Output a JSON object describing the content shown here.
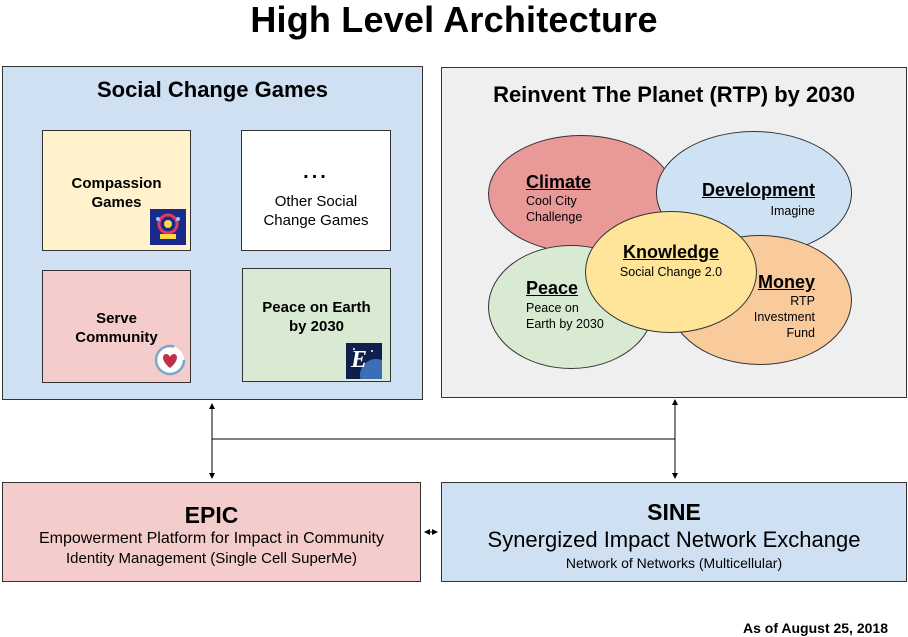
{
  "title": "High Level Architecture",
  "left_panel": {
    "title": "Social Change Games",
    "cards": {
      "compassion": {
        "line1": "Compassion",
        "line2": "Games"
      },
      "other": {
        "dots": "...",
        "line1": "Other Social",
        "line2": "Change Games"
      },
      "serve": {
        "line1": "Serve",
        "line2": "Community"
      },
      "peace": {
        "line1": "Peace on Earth",
        "line2": "by 2030"
      }
    },
    "logo_text": "E"
  },
  "right_panel": {
    "title": "Reinvent The Planet (RTP) by 2030",
    "climate": {
      "title": "Climate",
      "line1": "Cool City",
      "line2": "Challenge"
    },
    "development": {
      "title": "Development",
      "line1": "Imagine"
    },
    "peace": {
      "title": "Peace",
      "line1": "Peace on",
      "line2": "Earth by 2030"
    },
    "money": {
      "title": "Money",
      "line1": "RTP",
      "line2": "Investment",
      "line3": "Fund"
    },
    "knowledge": {
      "title": "Knowledge",
      "line1": "Social Change 2.0"
    }
  },
  "epic": {
    "title": "EPIC",
    "line1": "Empowerment Platform for Impact in Community",
    "line2": "Identity Management (Single Cell SuperMe)"
  },
  "sine": {
    "title": "SINE",
    "line1": "Synergized Impact Network Exchange",
    "line2": "Network of Networks (Multicellular)"
  },
  "footer": "As of August 25, 2018",
  "colors": {
    "left_panel": "#cfe0f3",
    "right_panel": "#efefef",
    "compassion": "#fff2cc",
    "serve": "#f4cccc",
    "peace_card": "#d9ead3",
    "climate": "#ea9999",
    "development": "#cfe2f3",
    "peace_ellipse": "#d9ead3",
    "money": "#f9cb9c",
    "knowledge": "#ffe599"
  }
}
